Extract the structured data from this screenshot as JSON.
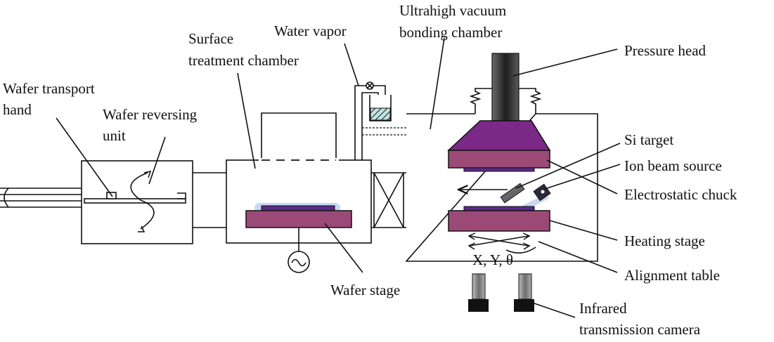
{
  "labels": {
    "wafer_transport_hand": [
      "Wafer transport",
      "hand"
    ],
    "wafer_reversing_unit": [
      "Wafer reversing",
      "unit"
    ],
    "surface_treatment_chamber": [
      "Surface",
      "treatment chamber"
    ],
    "water_vapor": "Water vapor",
    "uhv_bonding_chamber": [
      "Ultrahigh vacuum",
      "bonding chamber"
    ],
    "pressure_head": "Pressure head",
    "si_target": "Si target",
    "ion_beam_source": "Ion beam source",
    "electrostatic_chuck": "Electrostatic chuck",
    "heating_stage": "Heating stage",
    "alignment_table": "Alignment table",
    "infrared_camera": [
      "Infrared",
      "transmission camera"
    ],
    "wafer_stage": "Wafer stage",
    "xy_theta": "X, Y, θ"
  },
  "colors": {
    "stage": "#9b4a78",
    "head": "#7a2a86",
    "wafer": "#5a2a8a",
    "plasma": "#c8d8f0",
    "pipe": "#3a3a3a",
    "camera": "#8a8a8a"
  }
}
